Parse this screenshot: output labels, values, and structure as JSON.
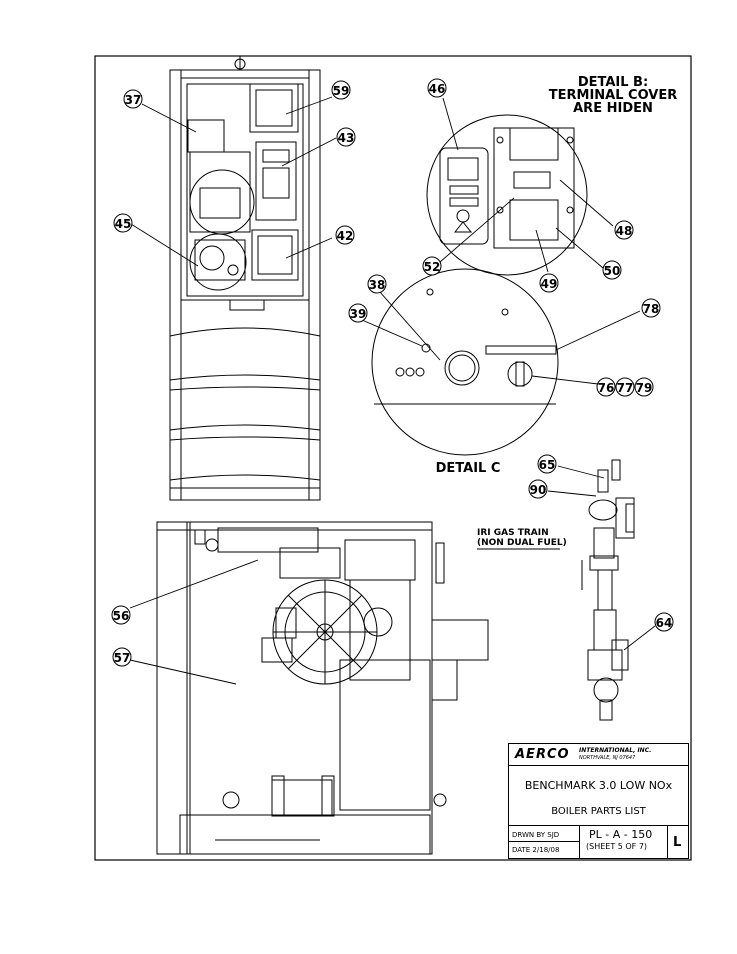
{
  "details": {
    "detail_b_title": "DETAIL B:",
    "detail_b_line2": "TERMINAL COVER",
    "detail_b_line3": "ARE HIDEN",
    "detail_c_title": "DETAIL C"
  },
  "gas_train": {
    "line1": "IRI GAS TRAIN",
    "line2": "(NON DUAL FUEL)"
  },
  "callouts": {
    "c37": "37",
    "c59": "59",
    "c43": "43",
    "c45": "45",
    "c42": "42",
    "c46": "46",
    "c48": "48",
    "c52": "52",
    "c49": "49",
    "c50": "50",
    "c38": "38",
    "c39": "39",
    "c78": "78",
    "c76": "76",
    "c77": "77",
    "c79": "79",
    "c65": "65",
    "c90": "90",
    "c56": "56",
    "c57": "57",
    "c64": "64"
  },
  "title_block": {
    "company": "AERCO",
    "company_sub1": "INTERNATIONAL, INC.",
    "company_sub2": "NORTHVALE, NJ    07647",
    "title": "BENCHMARK 3.0 LOW NOx",
    "subtitle": "BOILER PARTS LIST",
    "drawn_by": "DRWN BY SJD",
    "date": "DATE 2/18/08",
    "drawing_no": "PL - A - 150",
    "sheet": "(SHEET 5 OF 7)",
    "rev": "L"
  }
}
